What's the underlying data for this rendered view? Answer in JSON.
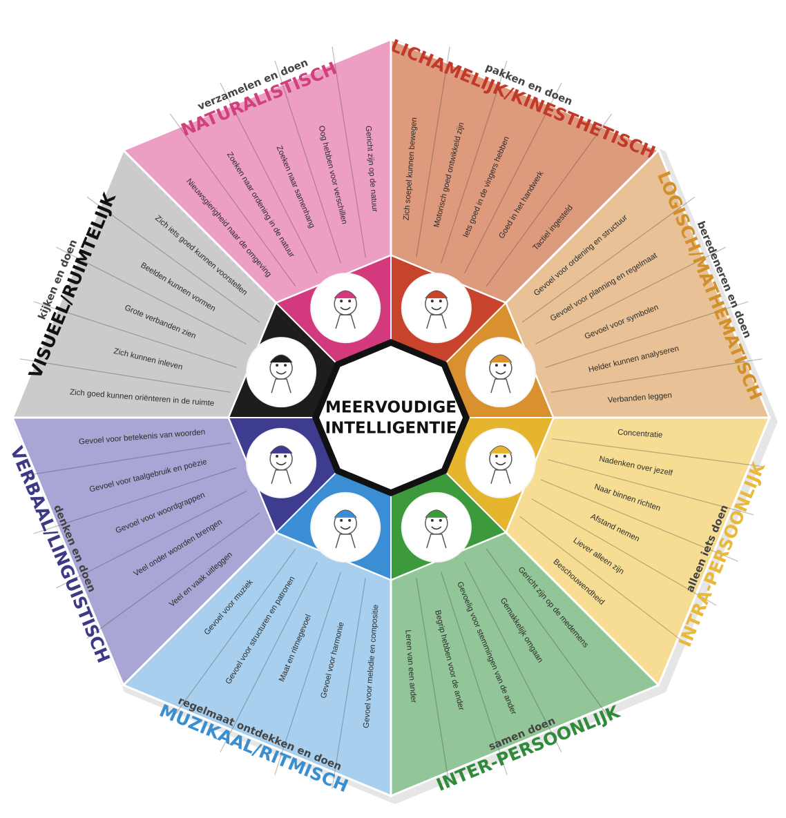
{
  "center": {
    "line1": "MEERVOUDIGE",
    "line2": "INTELLIGENTIE"
  },
  "sections": [
    {
      "title": "LICHAMELIJK/KINESTHETISCH",
      "subtitle": "pakken en doen",
      "color": "#de9a7d",
      "inner_color": "#c8432b",
      "title_color": "#c0392b",
      "traits": [
        "Zich soepel kunnen bewegen",
        "Motorisch goed ontwikkeld zijn",
        "Iets goed in de vingers hebben",
        "Goed in het handwerk",
        "Tactiel ingesteld"
      ]
    },
    {
      "title": "LOGISCH/MATHEMATISCH",
      "subtitle": "beredeneren en doen",
      "color": "#e8c196",
      "inner_color": "#d8912e",
      "title_color": "#d1902a",
      "traits": [
        "Gevoel voor ordening en structuur",
        "Gevoel voor planning en regelmaat",
        "Gevoel voor symbolen",
        "Helder kunnen analyseren",
        "Verbanden leggen"
      ]
    },
    {
      "title": "INTRA-PERSOONLIJK",
      "subtitle": "alleen iets doen",
      "color": "#f7dd94",
      "inner_color": "#e5b52d",
      "title_color": "#e9b93a",
      "traits": [
        "Concentratie",
        "Nadenken over jezelf",
        "Naar binnen richten",
        "Afstand nemen",
        "Liever alleen zijn",
        "Beschouwendheid"
      ]
    },
    {
      "title": "INTER-PERSOONLIJK",
      "subtitle": "samen doen",
      "color": "#92c597",
      "inner_color": "#3d9a3c",
      "title_color": "#2f8a3a",
      "traits": [
        "Gericht zijn op de medemens",
        "Gemakkelijk omgaan",
        "Gevoelig voor stemmingen van de ander",
        "Begrip hebben voor de ander",
        "Leren van een ander"
      ]
    },
    {
      "title": "MUZIKAAL/RITMISCH",
      "subtitle": "regelmaat ontdekken en doen",
      "color": "#a8d0ee",
      "inner_color": "#3b8ed4",
      "title_color": "#3a8fd0",
      "traits": [
        "Gevoel voor melodie en compositie",
        "Gevoel voor harmonie",
        "Maat en ritmegevoel",
        "Gevoel voor structuren en patronen",
        "Gevoel voor muziek"
      ]
    },
    {
      "title": "VERBAAL/LINGUISTISCH",
      "subtitle": "denken en doen",
      "color": "#a9a5d4",
      "inner_color": "#3e3c8e",
      "title_color": "#3c3a86",
      "traits": [
        "Veel en vaak uitleggen",
        "Veel onder woorden brengen",
        "Gevoel voor woordgrappen",
        "Gevoel voor taalgebruik en poëzie",
        "Gevoel voor betekenis van woorden"
      ]
    },
    {
      "title": "VISUEEL/RUIMTELIJK",
      "subtitle": "kijken en doen",
      "color": "#cbcbcb",
      "inner_color": "#1d1d1d",
      "title_color": "#111111",
      "traits": [
        "Zich goed kunnen oriënteren in de ruimte",
        "Zich kunnen inleven",
        "Grote verbanden zien",
        "Beelden kunnen vormen",
        "Zich iets goed kunnen voorstellen"
      ]
    },
    {
      "title": "NATURALISTISCH",
      "subtitle": "verzamelen en doen",
      "color": "#ec9ec3",
      "inner_color": "#d33a7d",
      "title_color": "#d0417c",
      "traits": [
        "Nieuwsgierigheid naar de omgeving",
        "Zoeken naar ordening in de natuur",
        "Zoeken naar samenhang",
        "Oog hebben voor verschillen",
        "Gericht zijn op de natuur"
      ]
    }
  ]
}
